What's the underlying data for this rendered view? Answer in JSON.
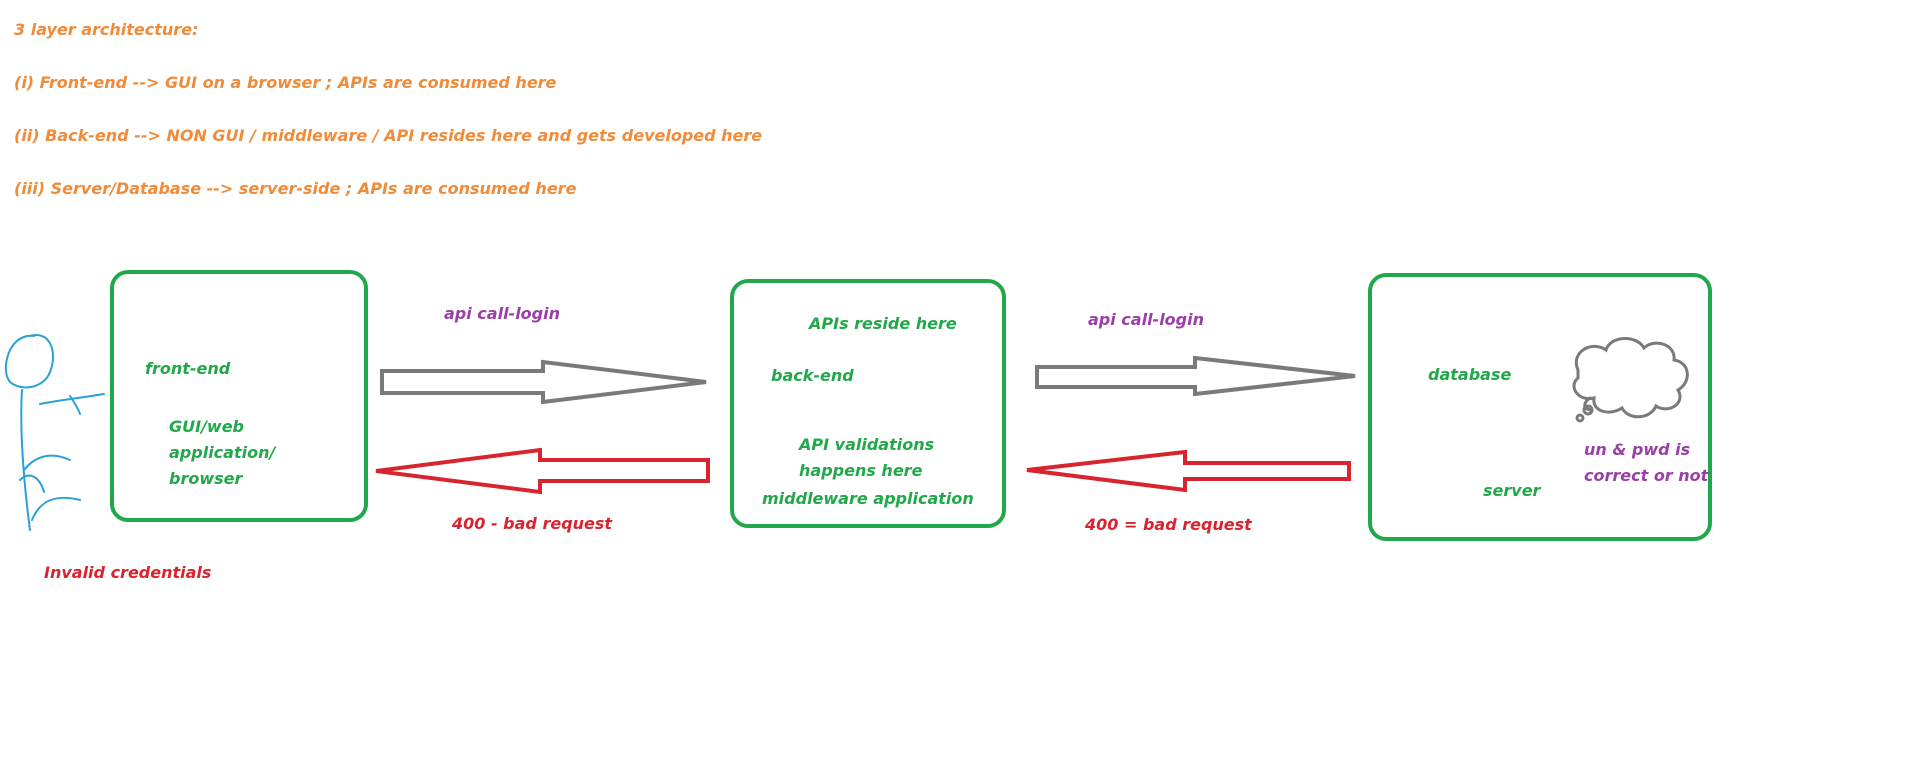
{
  "header": {
    "title": "3 layer architecture:",
    "lines": [
      "(i) Front-end --> GUI on a browser ; APIs are consumed here",
      "(ii) Back-end --> NON GUI / middleware / API resides here and gets developed here",
      "(iii) Server/Database --> server-side ; APIs are consumed here"
    ]
  },
  "frontend": {
    "label": "front-end",
    "detail": [
      "GUI/web",
      "application/",
      "browser"
    ]
  },
  "backend": {
    "top": "APIs reside here",
    "label": "back-end",
    "detail": [
      "API validations",
      "happens here",
      "middleware application"
    ]
  },
  "database": {
    "label": "database",
    "server": "server",
    "thought": [
      "un & pwd is",
      "correct or not"
    ]
  },
  "arrows": {
    "call1": "api call-login",
    "resp1": "400 - bad request",
    "call2": "api call-login",
    "resp2": "400 = bad request"
  },
  "user": {
    "error": "Invalid credentials"
  },
  "colors": {
    "orange": "#f08b3a",
    "green": "#22a84a",
    "purple": "#9b3fa8",
    "red": "#d8242e",
    "gray": "#7a7a7a",
    "blue": "#2aa0d8"
  }
}
